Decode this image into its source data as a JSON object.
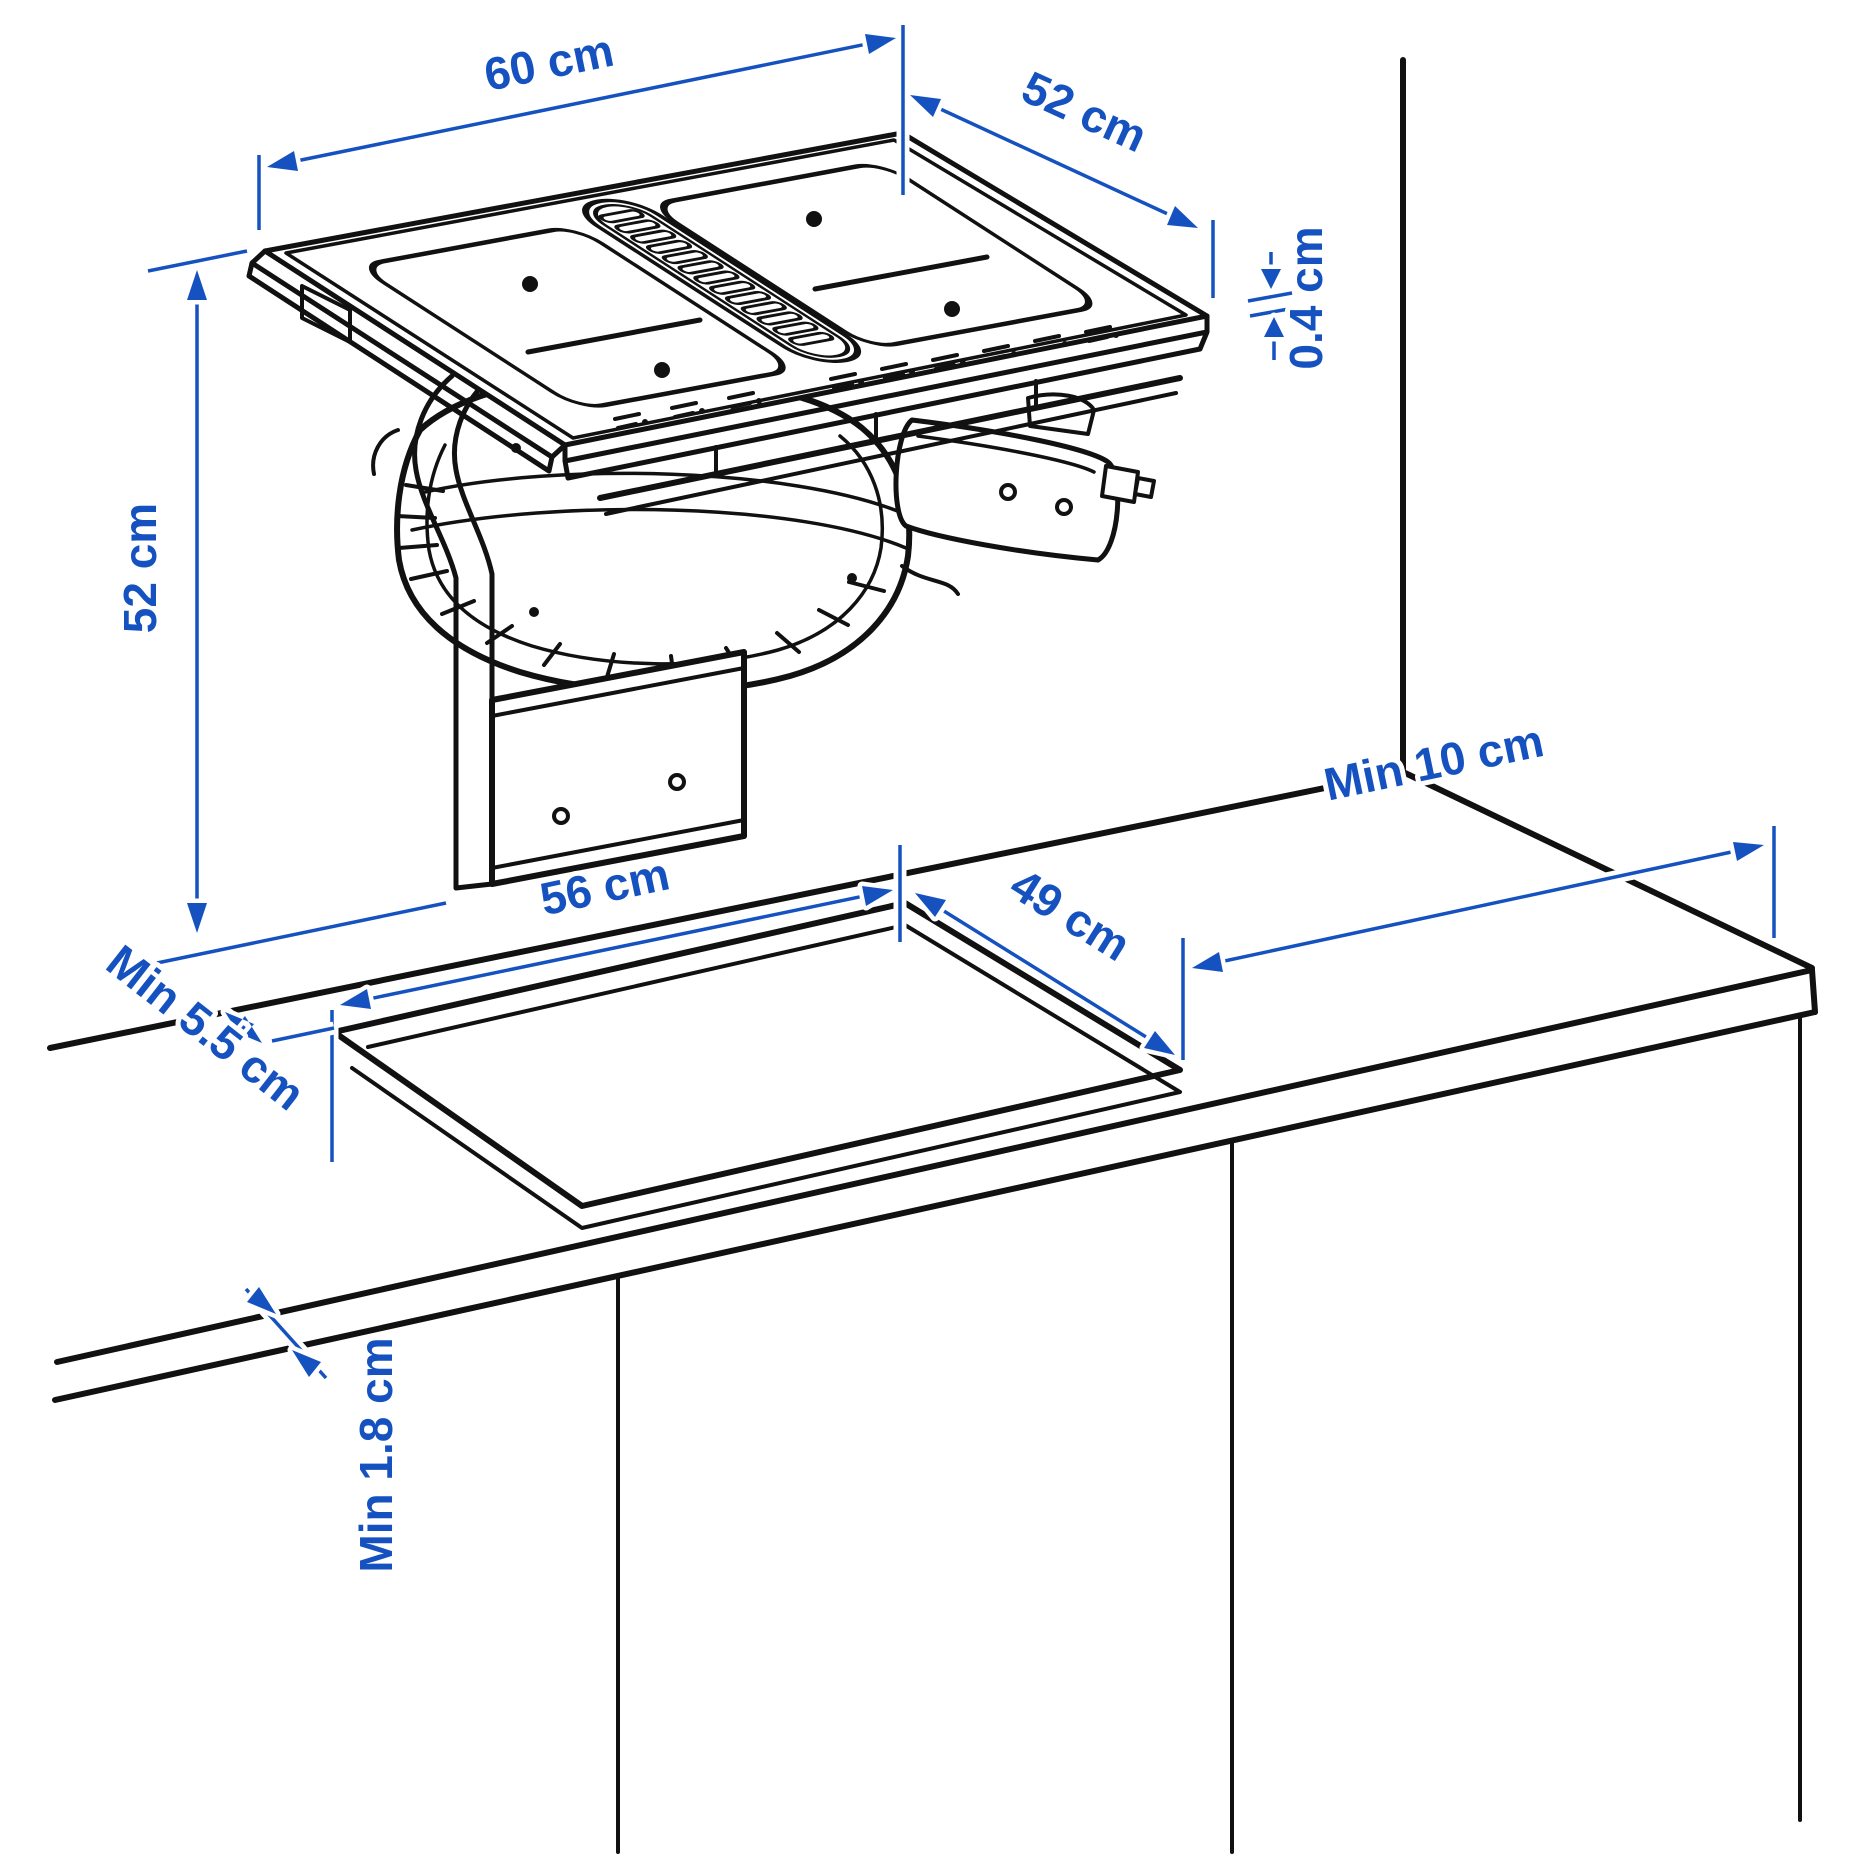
{
  "page": {
    "background": "#ffffff"
  },
  "diagram": {
    "kind": "installation-dimension-diagram",
    "subject": "induction hob with integrated downdraft extractor above a worktop cutout",
    "colors": {
      "dimension_blue": "#1552C0",
      "line_black": "#111111"
    },
    "dimensions": {
      "hob_width": {
        "label": "60 cm"
      },
      "hob_depth": {
        "label": "52 cm"
      },
      "hob_glass_thickness": {
        "label": "0.4 cm"
      },
      "unit_height": {
        "label": "52 cm"
      },
      "cutout_width": {
        "label": "56 cm"
      },
      "cutout_depth": {
        "label": "49 cm"
      },
      "side_clearance": {
        "label": "Min 10 cm"
      },
      "rear_clearance": {
        "label": "Min 5.5 cm"
      },
      "worktop_thickness": {
        "label": "Min 1.8 cm"
      }
    }
  }
}
